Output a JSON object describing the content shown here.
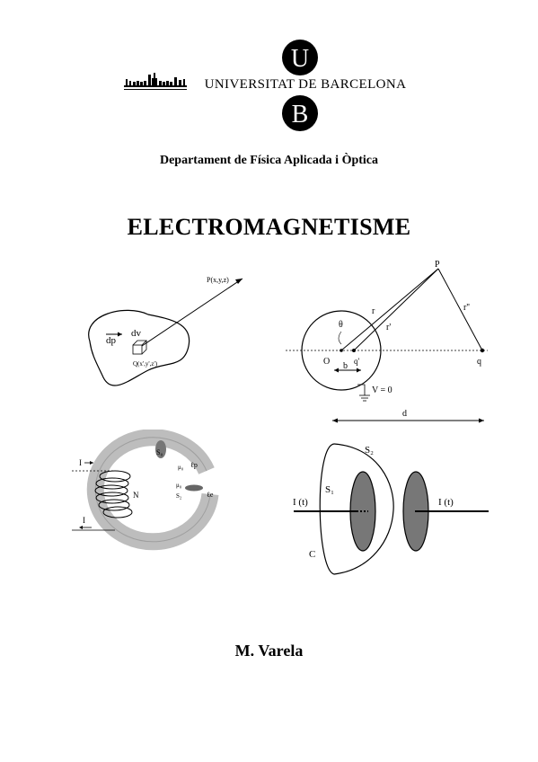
{
  "logo": {
    "university_name": "UNIVERSITAT DE BARCELONA",
    "letter_top": "U",
    "letter_bottom": "B",
    "building_icon": "university-building-icon"
  },
  "department": "Departament de Física Aplicada i Òptica",
  "title": "ELECTROMAGNETISME",
  "author": "M. Varela",
  "figures": {
    "fig1": {
      "point_p": "P(x,y,z)",
      "dv": "dv",
      "dp": "dp",
      "point_q": "Q(x',y',z')"
    },
    "fig2": {
      "p": "P",
      "r": "r",
      "r_prime": "r'",
      "r_double_prime": "r''",
      "theta": "θ",
      "o": "O",
      "q_prime": "q'",
      "q": "q",
      "b": "b",
      "v_zero": "V = 0",
      "d": "d"
    },
    "fig3": {
      "i_in": "I",
      "i_out": "I",
      "n": "N",
      "s0": "S₀",
      "mu0": "μ₀",
      "lp": "ℓp",
      "mu0_b": "μ₀",
      "s2": "S₂",
      "le": "ℓe"
    },
    "fig4": {
      "s2": "S₂",
      "s1": "S₁",
      "i_left": "I (t)",
      "i_right": "I (t)",
      "c": "C"
    }
  }
}
